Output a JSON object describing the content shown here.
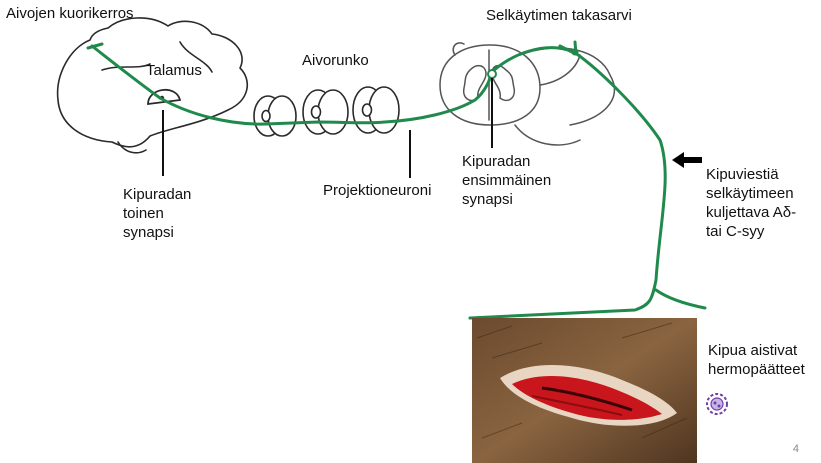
{
  "labels": {
    "cortex": "Aivojen kuorikerros",
    "thalamus": "Talamus",
    "brainstem": "Aivorunko",
    "dorsal_horn": "Selkäytimen takasarvi",
    "second_synapse": [
      "Kipuradan",
      "toinen",
      "synapsi"
    ],
    "projection_neuron": "Projektioneuroni",
    "first_synapse": [
      "Kipuradan",
      "ensimmäinen",
      "synapsi"
    ],
    "fiber": [
      "Kipuviestiä",
      "selkäytimeen",
      "kuljettava Aδ-",
      "tai C-syy"
    ],
    "nociceptors": [
      "Kipua aistivat",
      "hermopäätteet"
    ]
  },
  "page_number": "4",
  "colors": {
    "pathway": "#1f8a4c",
    "outline": "#2a2a2a",
    "arrow": "#000000",
    "text": "#111111"
  },
  "icons": {
    "arrow": "left-arrow-icon",
    "nociceptor": "nerve-ending-icon"
  }
}
